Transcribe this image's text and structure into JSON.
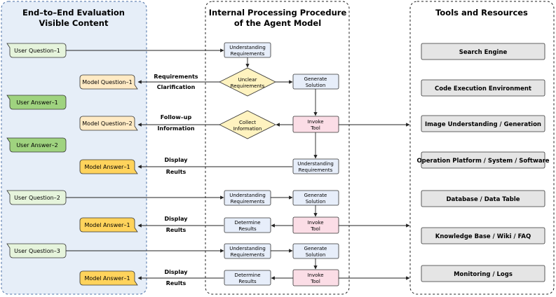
{
  "panels": {
    "left": {
      "title_lines": [
        "End–to–End Evaluation",
        "Visible Content"
      ]
    },
    "middle": {
      "title_lines": [
        "Internal Processing Procedure",
        "of the Agent Model"
      ]
    },
    "right": {
      "title": "Tools and Resources"
    }
  },
  "left_items": [
    {
      "label": "User Question–1",
      "kind": "user-question"
    },
    {
      "label": "Model Question–1",
      "kind": "model-question"
    },
    {
      "label": "User Answer–1",
      "kind": "user-answer"
    },
    {
      "label": "Model Question–2",
      "kind": "model-question"
    },
    {
      "label": "User Answer–2",
      "kind": "user-answer"
    },
    {
      "label": "Model Answer–1",
      "kind": "model-answer"
    },
    {
      "label": "User Question–2",
      "kind": "user-question"
    },
    {
      "label": "Model Answer–1",
      "kind": "model-answer"
    },
    {
      "label": "User Question–3",
      "kind": "user-question"
    },
    {
      "label": "Model Answer–1",
      "kind": "model-answer"
    }
  ],
  "process_nodes": [
    {
      "lines": [
        "Understanding",
        "Requirements"
      ],
      "kind": "process"
    },
    {
      "lines": [
        "Unclear",
        "Requirements"
      ],
      "kind": "decision"
    },
    {
      "lines": [
        "Generate",
        "Solution"
      ],
      "kind": "process"
    },
    {
      "lines": [
        "Collect",
        "Information"
      ],
      "kind": "decision"
    },
    {
      "lines": [
        "Invoke",
        "Tool"
      ],
      "kind": "tool"
    },
    {
      "lines": [
        "Understanding",
        "Requirements"
      ],
      "kind": "process"
    },
    {
      "lines": [
        "Understanding",
        "Requirements"
      ],
      "kind": "process"
    },
    {
      "lines": [
        "Generate",
        "Solution"
      ],
      "kind": "process"
    },
    {
      "lines": [
        "Determine",
        "Results"
      ],
      "kind": "process"
    },
    {
      "lines": [
        "Invoke",
        "Tool"
      ],
      "kind": "tool"
    },
    {
      "lines": [
        "Understanding",
        "Requirements"
      ],
      "kind": "process"
    },
    {
      "lines": [
        "Generate",
        "Solution"
      ],
      "kind": "process"
    },
    {
      "lines": [
        "Determine",
        "Results"
      ],
      "kind": "process"
    },
    {
      "lines": [
        "Invoke",
        "Tool"
      ],
      "kind": "tool"
    }
  ],
  "arrow_labels": [
    {
      "lines": [
        "Requirements",
        "Clarification"
      ]
    },
    {
      "lines": [
        "Follow–up",
        "Information"
      ]
    },
    {
      "lines": [
        "Display",
        "Reults"
      ]
    },
    {
      "lines": [
        "Display",
        "Reults"
      ]
    },
    {
      "lines": [
        "Display",
        "Reults"
      ]
    }
  ],
  "tools": [
    "Search Engine",
    "Code Execution Environment",
    "Image Understanding / Generation",
    "Operation Platform / System / Software",
    "Database / Data Table",
    "Knowledge Base / Wiki / FAQ",
    "Monitoring / Logs"
  ],
  "colors": {
    "left_panel_bg": "#e6eef8",
    "user_question": "#e6f4dc",
    "user_answer": "#9fd37f",
    "model_question": "#ffeac4",
    "model_answer": "#ffd35c",
    "process": "#e7eefa",
    "decision": "#fff3c0",
    "tool": "#fbdde6",
    "tool_resource": "#e5e5e5"
  }
}
